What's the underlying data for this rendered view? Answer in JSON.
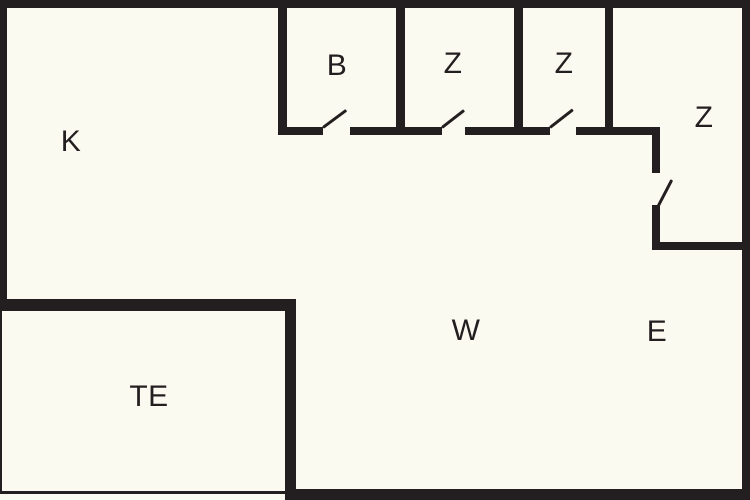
{
  "colors": {
    "background": "#fbfaf1",
    "wall": "#231f20"
  },
  "rooms": {
    "k": {
      "label": "K"
    },
    "b": {
      "label": "B"
    },
    "z1": {
      "label": "Z"
    },
    "z2": {
      "label": "Z"
    },
    "z3": {
      "label": "Z"
    },
    "w": {
      "label": "W"
    },
    "e": {
      "label": "E"
    },
    "te": {
      "label": "TE"
    }
  },
  "doors": [
    {
      "room": "B"
    },
    {
      "room": "Z"
    },
    {
      "room": "Z"
    },
    {
      "room": "Z"
    }
  ]
}
